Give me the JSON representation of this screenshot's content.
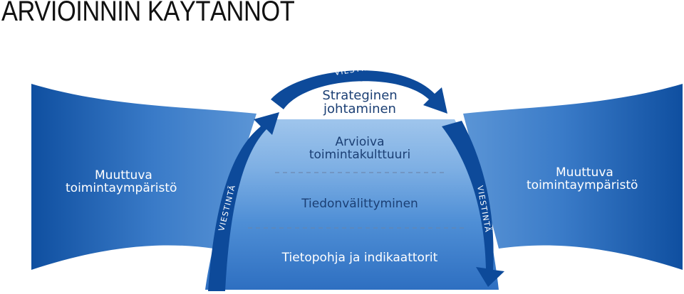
{
  "title": "ARVIOINNIN KÄYTÄNNÖT",
  "labels": {
    "left_env": [
      "Muuttuva",
      "toimintaympäristö"
    ],
    "right_env": [
      "Muuttuva",
      "toimintaympäristö"
    ],
    "top_box": [
      "Strateginen",
      "johtaminen"
    ],
    "layer1": [
      "Arvioiva",
      "toimintakulttuuri"
    ],
    "layer2": "Tiedonvälittyminen",
    "layer3": "Tietopohja ja indikaattorit",
    "arrow_top": "VIESTINTÄ",
    "arrow_left": "VIESTINTÄ",
    "arrow_right": "VIESTINTÄ"
  },
  "colors": {
    "dark_blue": "#0d4a9a",
    "text_navy": "#1b3f74",
    "text_white": "#ffffff",
    "dashes": "#6f8fb9"
  }
}
